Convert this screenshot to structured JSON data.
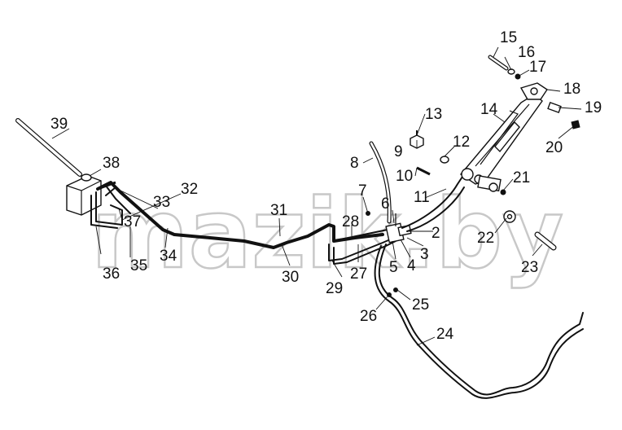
{
  "watermark": "mazik.by",
  "callouts": [
    "2",
    "3",
    "4",
    "5",
    "6",
    "7",
    "8",
    "9",
    "10",
    "11",
    "12",
    "13",
    "14",
    "15",
    "16",
    "17",
    "18",
    "19",
    "20",
    "21",
    "22",
    "23",
    "24",
    "25",
    "26",
    "27",
    "28",
    "29",
    "30",
    "31",
    "32",
    "33",
    "34",
    "35",
    "36",
    "37",
    "38",
    "39"
  ]
}
